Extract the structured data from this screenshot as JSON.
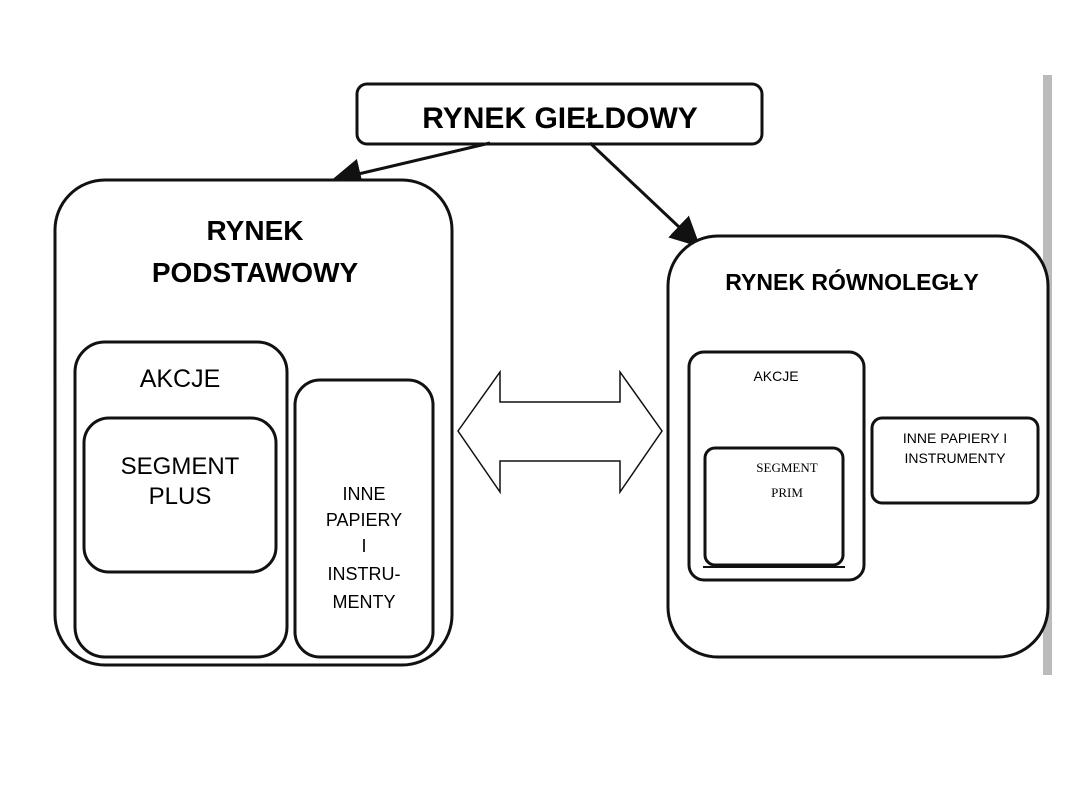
{
  "diagram": {
    "root": {
      "label": "RYNEK GIEŁDOWY"
    },
    "main_market": {
      "title_lines": [
        "RYNEK",
        "PODSTAWOWY"
      ],
      "shares": {
        "label": "AKCJE",
        "segment_lines": [
          "SEGMENT",
          "PLUS"
        ]
      },
      "other": {
        "lines": [
          "INNE",
          "PAPIERY",
          "I",
          "INSTRU-",
          "MENTY"
        ]
      }
    },
    "parallel_market": {
      "title": "RYNEK RÓWNOLEGŁY",
      "shares": {
        "label": "AKCJE",
        "segment_lines": [
          "SEGMENT",
          "PRIM"
        ]
      },
      "other": {
        "lines": [
          "INNE PAPIERY I",
          "INSTRUMENTY"
        ]
      }
    },
    "colors": {
      "stroke": "#111111",
      "side_bar": "#bbbbbb"
    }
  }
}
